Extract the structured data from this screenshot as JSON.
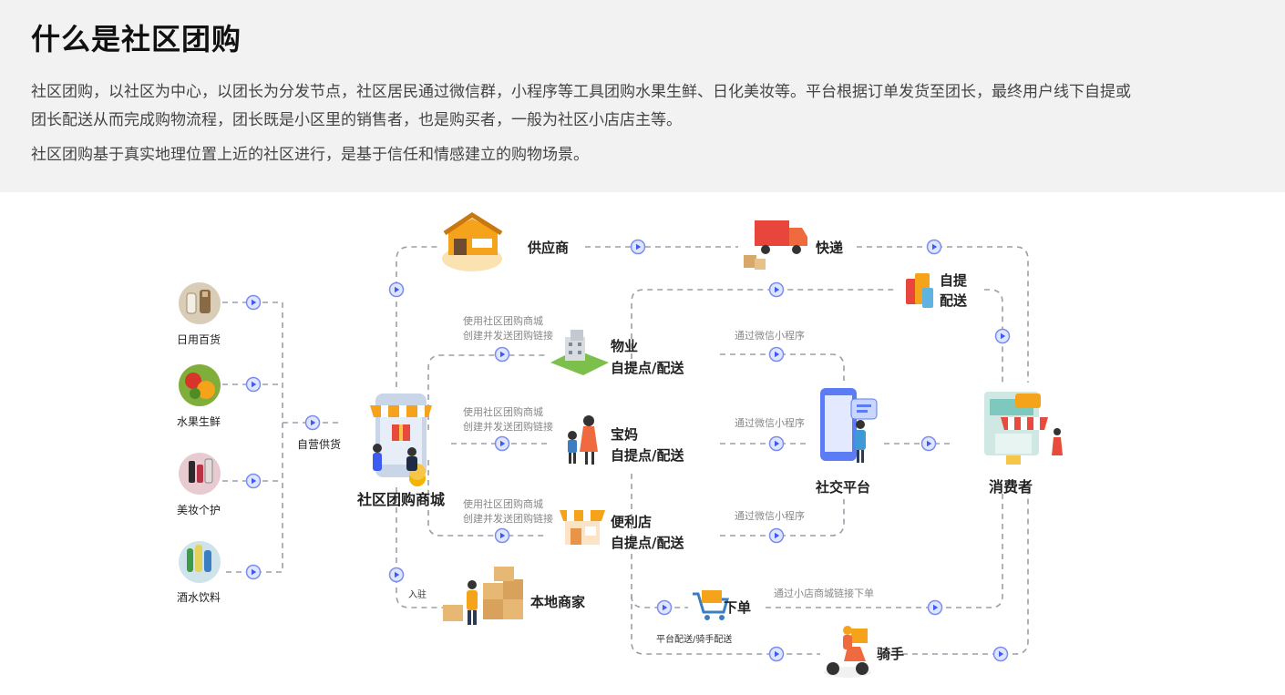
{
  "header": {
    "title": "什么是社区团购",
    "paragraph1_line1": "社区团购，以社区为中心，以团长为分发节点，社区居民通过微信群，小程序等工具团购水果生鲜、日化美妆等。平台根据订单发货至团长，最终用户线下自提或",
    "paragraph1_line2": "团长配送从而完成购物流程，团长既是小区里的销售者，也是购买者，一般为社区小店店主等。",
    "paragraph2": "社区团购基于真实地理位置上近的社区进行，是基于信任和情感建立的购物场景。"
  },
  "diagram": {
    "categories": [
      "日用百货",
      "水果生鲜",
      "美妆个护",
      "酒水饮料"
    ],
    "self_supply": "自营供货",
    "mall": "社区团购商城",
    "supplier": "供应商",
    "express": "快递",
    "self_pickup_line1": "自提",
    "self_pickup_line2": "配送",
    "property_line1": "物业",
    "property_line2": "自提点/配送",
    "mom_line1": "宝妈",
    "mom_line2": "自提点/配送",
    "store_line1": "便利店",
    "store_line2": "自提点/配送",
    "mall_link_line1": "使用社区团购商城",
    "mall_link_line2": "创建并发送团购链接",
    "wechat_mini": "通过微信小程序",
    "social_platform": "社交平台",
    "consumer": "消费者",
    "local_merchant": "本地商家",
    "settle_in": "入驻",
    "order": "下单",
    "order_via_link": "通过小店商城链接下单",
    "platform_delivery": "平台配送/骑手配送",
    "rider": "骑手"
  }
}
